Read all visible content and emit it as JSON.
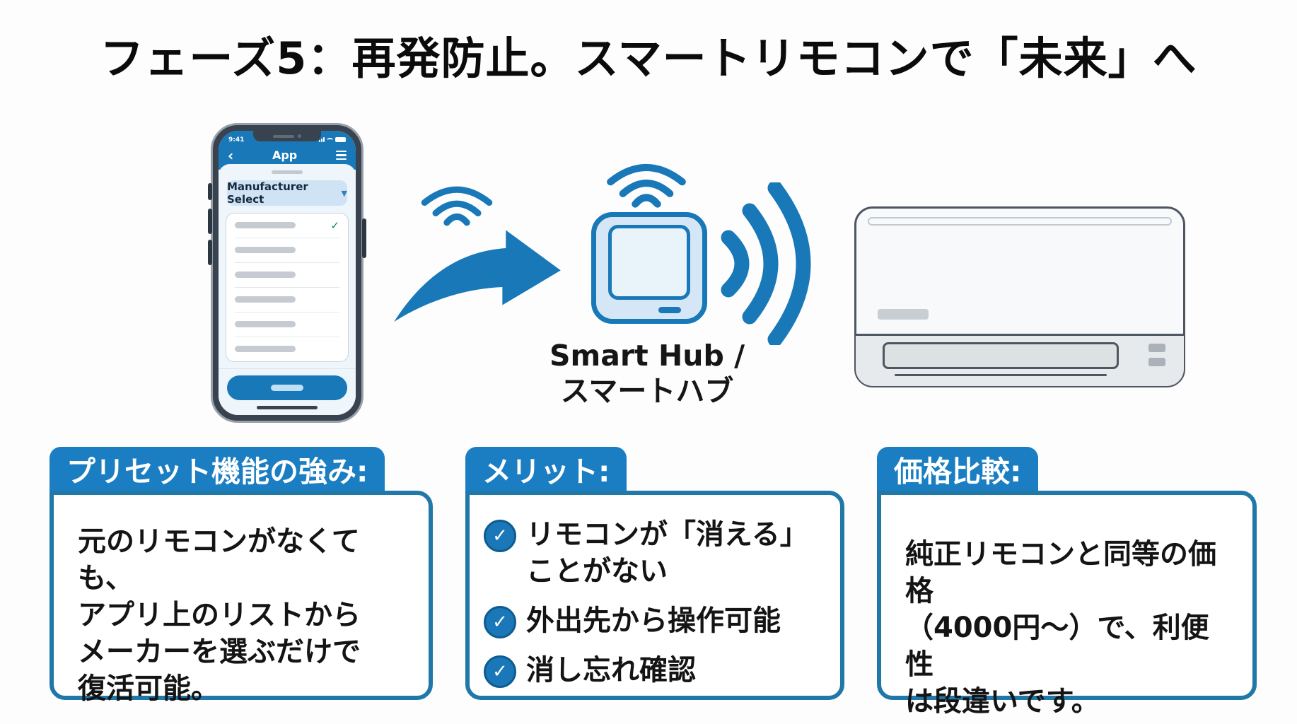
{
  "title": "フェーズ5：再発防止。スマートリモコンで「未来」へ",
  "ui": {
    "check_glyph": "✓",
    "caret_glyph": "▼",
    "back_glyph": "‹"
  },
  "colors": {
    "primary_blue": "#1878b8",
    "badge_blue": "#1b7ec2",
    "card_border": "#1f78a8",
    "hub_fill": "#d5e7f6",
    "list_check_green": "#15806d"
  },
  "phone": {
    "status_time": "9:41",
    "app_title": "App",
    "dropdown_label": "Manufacturer Select"
  },
  "hub": {
    "label_line1": "Smart Hub /",
    "label_line2": "スマートハブ"
  },
  "boxes": {
    "preset": {
      "badge": "プリセット機能の強み:",
      "body": "元のリモコンがなくても、\nアプリ上のリストから\nメーカーを選ぶだけで\n復活可能。"
    },
    "merits": {
      "badge": "メリット:",
      "items": [
        "リモコンが「消える」\nことがない",
        "外出先から操作可能",
        "消し忘れ確認"
      ]
    },
    "price": {
      "badge": "価格比較:",
      "body": "純正リモコンと同等の価格\n（4000円〜）で、利便性\nは段違いです。"
    }
  }
}
